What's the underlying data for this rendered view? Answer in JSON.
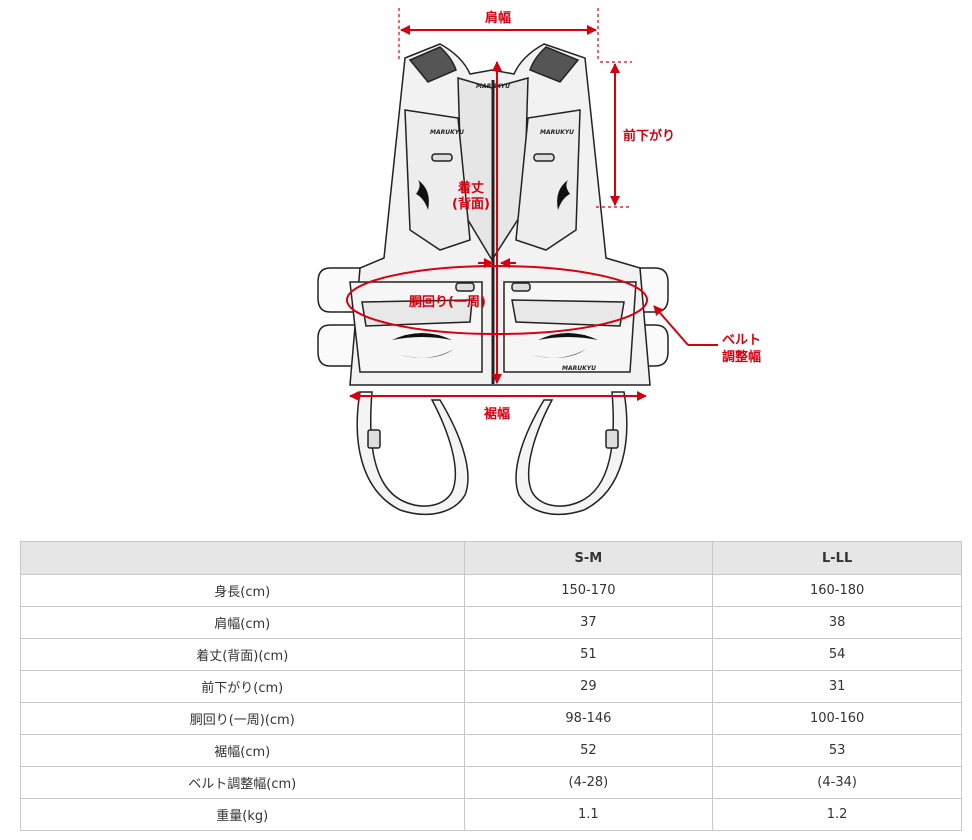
{
  "figure": {
    "labels": {
      "shoulder_width": "肩幅",
      "front_drop": "前下がり",
      "length_line1": "着丈",
      "length_line2": "(背面)",
      "waist": "胴回り(一周)",
      "belt_line1": "ベルト",
      "belt_line2": "調整幅",
      "hem_width": "裾幅"
    },
    "logo_text": "MARUKYU",
    "accent_color": "#d7000f"
  },
  "table": {
    "headers": [
      "",
      "S-M",
      "L-LL"
    ],
    "rows": [
      [
        "身長(cm)",
        "150-170",
        "160-180"
      ],
      [
        "肩幅(cm)",
        "37",
        "38"
      ],
      [
        "着丈(背面)(cm)",
        "51",
        "54"
      ],
      [
        "前下がり(cm)",
        "29",
        "31"
      ],
      [
        "胴回り(一周)(cm)",
        "98-146",
        "100-160"
      ],
      [
        "裾幅(cm)",
        "52",
        "53"
      ],
      [
        "ベルト調整幅(cm)",
        "(4-28)",
        "(4-34)"
      ],
      [
        "重量(kg)",
        "1.1",
        "1.2"
      ]
    ]
  }
}
